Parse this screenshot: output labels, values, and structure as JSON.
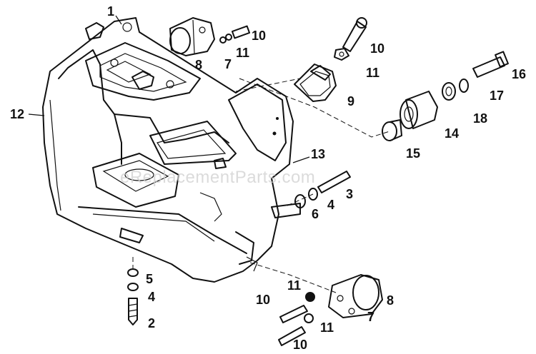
{
  "watermark": "eReplacementParts.com",
  "parts": [
    {
      "key": "p1",
      "label": "1"
    },
    {
      "key": "p10a",
      "label": "10"
    },
    {
      "key": "p8a",
      "label": "8"
    },
    {
      "key": "p7a",
      "label": "7"
    },
    {
      "key": "p11a",
      "label": "11"
    },
    {
      "key": "p10b",
      "label": "10"
    },
    {
      "key": "p11b",
      "label": "11"
    },
    {
      "key": "p9",
      "label": "9"
    },
    {
      "key": "p16",
      "label": "16"
    },
    {
      "key": "p17",
      "label": "17"
    },
    {
      "key": "p18",
      "label": "18"
    },
    {
      "key": "p14",
      "label": "14"
    },
    {
      "key": "p15",
      "label": "15"
    },
    {
      "key": "p12",
      "label": "12"
    },
    {
      "key": "p13",
      "label": "13"
    },
    {
      "key": "p3",
      "label": "3"
    },
    {
      "key": "p4a",
      "label": "4"
    },
    {
      "key": "p6",
      "label": "6"
    },
    {
      "key": "p5",
      "label": "5"
    },
    {
      "key": "p4b",
      "label": "4"
    },
    {
      "key": "p2",
      "label": "2"
    },
    {
      "key": "p11c",
      "label": "11"
    },
    {
      "key": "p8b",
      "label": "8"
    },
    {
      "key": "p10c",
      "label": "10"
    },
    {
      "key": "p7b",
      "label": "7"
    },
    {
      "key": "p11d",
      "label": "11"
    },
    {
      "key": "p10d",
      "label": "10"
    }
  ]
}
